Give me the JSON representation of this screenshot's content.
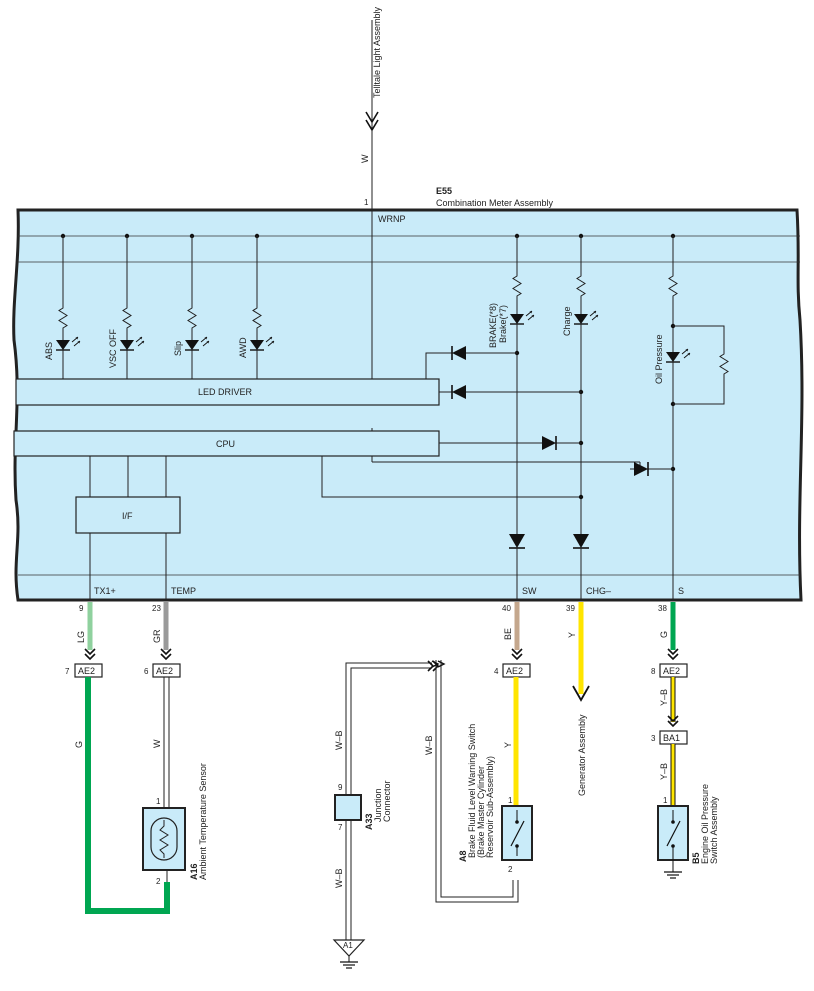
{
  "colors": {
    "meter_fill": "#c9ebf9",
    "green": "#00a651",
    "light_green": "#8fd19e",
    "gray": "#9a9a9a",
    "beige": "#c4a78d",
    "yellow": "#ffe500",
    "ink": "#222222"
  },
  "header": {
    "telltale": "Telltale Light Assembly",
    "w_wire": "W",
    "pin1": "1",
    "e55": "E55",
    "meter_name": "Combination Meter Assembly",
    "wrnp": "WRNP"
  },
  "meter": {
    "leds": [
      "ABS",
      "VSC OFF",
      "Slip",
      "AWD"
    ],
    "brake_1": "BRAKE(*8)",
    "brake_2": "Brake(*7)",
    "charge": "Charge",
    "oil_pressure": "Oil Pressure",
    "led_driver": "LED DRIVER",
    "cpu": "CPU",
    "if": "I/F"
  },
  "terminals": [
    {
      "name": "TX1+",
      "pin": "9",
      "wire": "LG"
    },
    {
      "name": "TEMP",
      "pin": "23",
      "wire": "GR"
    },
    {
      "name": "SW",
      "pin": "40",
      "wire": "BE"
    },
    {
      "name": "CHG–",
      "pin": "39",
      "wire": "Y"
    },
    {
      "name": "S",
      "pin": "38",
      "wire": "G"
    }
  ],
  "connectors": {
    "ae2": "AE2",
    "ae2_pin7": "7",
    "ae2_pin6": "6",
    "ae2_pin4": "4",
    "ae2_pin8": "8",
    "ba1": "BA1",
    "ba1_pin3": "3",
    "a1": "A1"
  },
  "wires": {
    "g": "G",
    "w": "W",
    "y": "Y",
    "yb": "Y–B",
    "wb": "W–B"
  },
  "components": {
    "a16_id": "A16",
    "a16_name": "Ambient Temperature Sensor",
    "a16_pin1": "1",
    "a16_pin2": "2",
    "a33_id": "A33",
    "a33_line1": "Junction",
    "a33_line2": "Connector",
    "a33_pin9": "9",
    "a33_pin7": "7",
    "a8_id": "A8",
    "a8_line1": "Brake Fluid Level Warning Switch",
    "a8_line2": "(Brake Master Cylinder",
    "a8_line3": "Reservoir Sub-Assembly)",
    "a8_pin1": "1",
    "a8_pin2": "2",
    "generator": "Generator Assembly",
    "b5_id": "B5",
    "b5_line1": "Engine Oil Pressure",
    "b5_line2": "Switch Assembly",
    "b5_pin1": "1"
  }
}
